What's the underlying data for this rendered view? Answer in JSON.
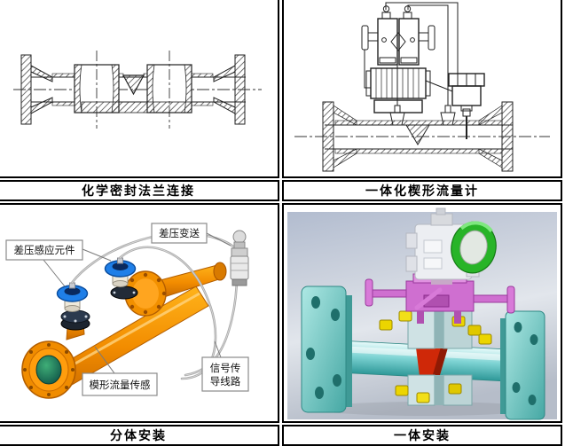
{
  "panels": {
    "flange_drawing": {
      "caption": "化学密封法兰连接"
    },
    "integrated_drawing": {
      "caption": "一体化楔形流量计"
    },
    "split_install": {
      "caption": "分体安装",
      "labels": {
        "transmitter": "差压变送",
        "sensing_element": "差压感应元件",
        "flow_sensor": "模形流量传感",
        "signal_line_1": "信号传",
        "signal_line_2": "导线路"
      }
    },
    "integrated_install": {
      "caption": "一体安装"
    }
  },
  "colors": {
    "table_border": "#000000",
    "pipe_orange": "#f29000",
    "sensor_blue": "#1f7fe8",
    "glass_teal": "#1b6e5e",
    "render_pipe_cyan": "#7fd4d4",
    "render_manifold_magenta": "#cf6fd0",
    "render_wedge_red": "#cf2808",
    "render_bolt_yellow": "#ecd500",
    "render_ring_green": "#28b428",
    "render_bg_top": "#b2bccf",
    "render_bg_bottom": "#b6bdc9"
  }
}
